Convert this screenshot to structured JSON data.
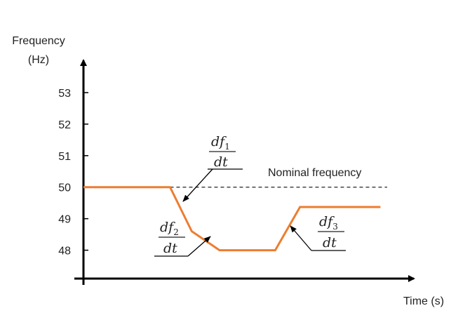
{
  "chart_data": {
    "type": "line",
    "ylabel_line1": "Frequency",
    "ylabel_line2": "(Hz)",
    "xlabel": "Time (s)",
    "ylim": [
      47.1,
      53.6
    ],
    "xlim": [
      0,
      10
    ],
    "y_ticks": [
      "53",
      "52",
      "51",
      "50",
      "49",
      "48"
    ],
    "series": [
      {
        "color": "#ED7D31",
        "x": [
          0.0,
          2.8,
          3.5,
          4.4,
          6.2,
          7.0,
          9.6
        ],
        "y": [
          50.0,
          50.0,
          48.6,
          48.0,
          48.0,
          49.37,
          49.37
        ]
      }
    ],
    "reference_line": {
      "y": 50.0,
      "label": "Nominal frequency"
    },
    "annotations": [
      {
        "num": "df",
        "sub": "1",
        "den": "dt"
      },
      {
        "num": "df",
        "sub": "2",
        "den": "dt"
      },
      {
        "num": "df",
        "sub": "3",
        "den": "dt"
      }
    ]
  }
}
